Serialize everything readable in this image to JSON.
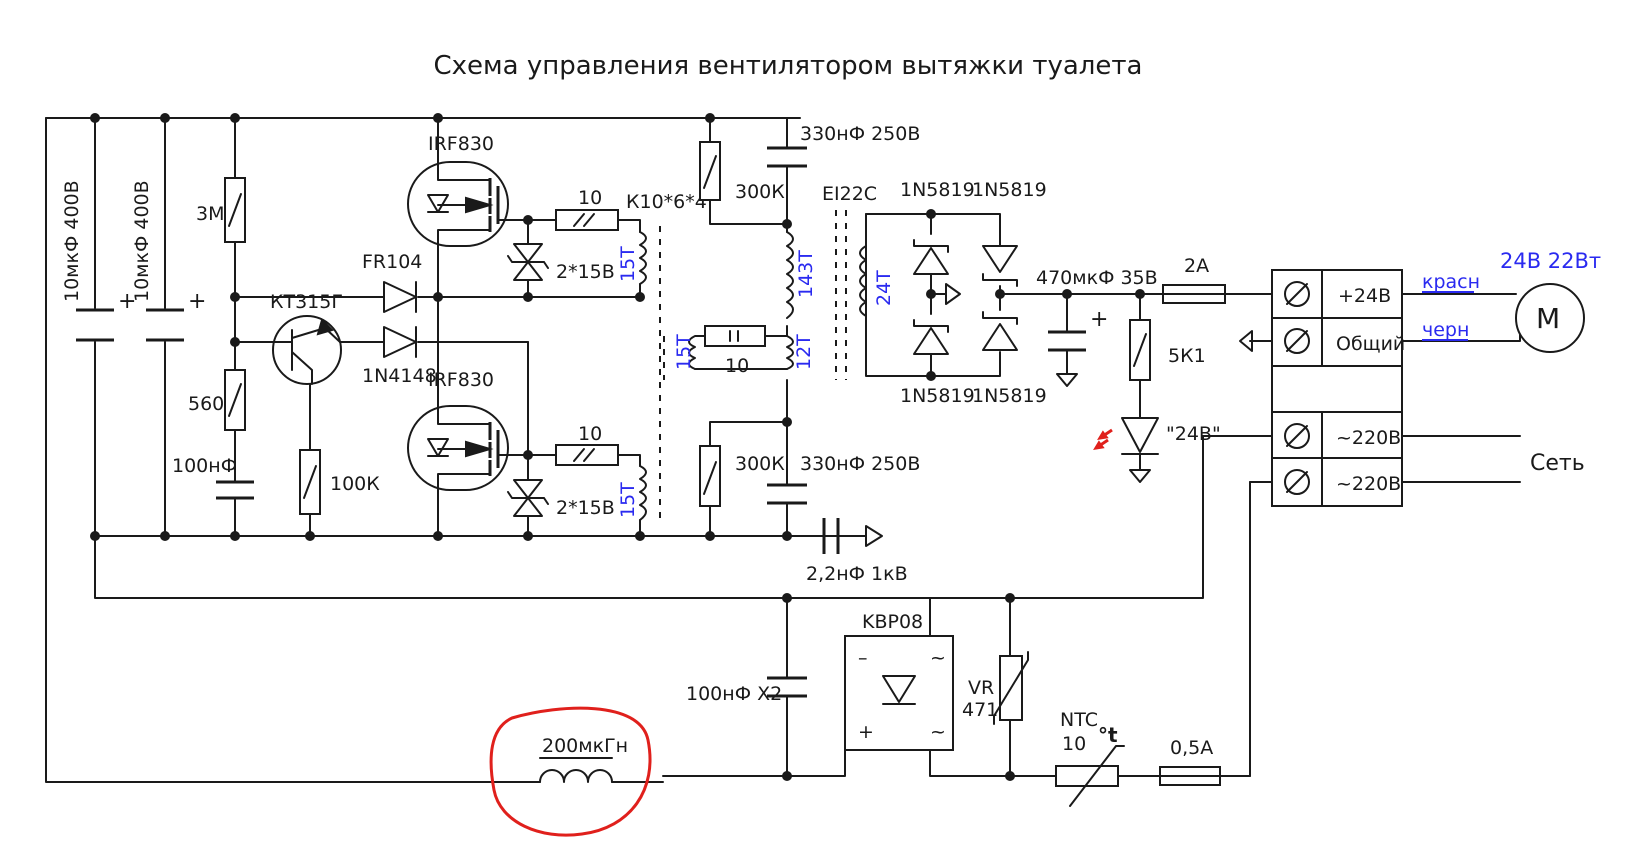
{
  "title": "Схема управления вентилятором вытяжки туалета",
  "capacitors": {
    "c1": "10мкФ 400В",
    "c2": "10мкФ 400В",
    "c_top": "330нФ 250В",
    "c_bottom": "330нФ 250В",
    "c_timing": "100нФ",
    "c_out": "470мкФ 35В",
    "c_y": "2,2нФ 1кВ",
    "c_x": "100нФ X2"
  },
  "resistors": {
    "r_3m": "3М",
    "r_560": "560",
    "r_100k": "100К",
    "r_gate_top": "10",
    "r_gate_bottom": "10",
    "r_300k_top": "300К",
    "r_300k_bottom": "300К",
    "r_feedback": "10",
    "r_led": "5К1"
  },
  "semis": {
    "mosfet_top": "IRF830",
    "mosfet_bottom": "IRF830",
    "transistor": "КТ315Г",
    "diode_fr": "FR104",
    "diode_sig": "1N4148",
    "zener_top": "2*15В",
    "zener_bottom": "2*15В",
    "schottky_1": "1N5819",
    "schottky_2": "1N5819",
    "schottky_3": "1N5819",
    "schottky_4": "1N5819",
    "bridge": "KBP08",
    "varistor_line1": "VR",
    "varistor_line2": "471",
    "ntc_label": "NTC",
    "ntc_value": "10",
    "ntc_temp": "°t",
    "led_label": "\"24В\""
  },
  "magnetics": {
    "gdt_core": "К10*6*4",
    "gdt_w1": "15Т",
    "gdt_w2": "15Т",
    "fb_w1": "15Т",
    "fb_w2": "12Т",
    "tr_core": "EI22C",
    "tr_primary": "143Т",
    "tr_secondary": "24Т",
    "choke": "200мкГн"
  },
  "fuses": {
    "f_out": "2A",
    "f_in": "0,5A"
  },
  "terminals": {
    "t1": "+24В",
    "t2": "Общий",
    "t3": "~220В",
    "t4": "~220В",
    "mains": "Сеть"
  },
  "wires": {
    "red": "красн",
    "black": "черн"
  },
  "motor": {
    "label": "24В 22Вт",
    "symbol": "М"
  },
  "colors": {
    "ink": "#1a1a1a",
    "annotation_blue": "#2a2af0",
    "highlight_red": "#e0201c"
  }
}
